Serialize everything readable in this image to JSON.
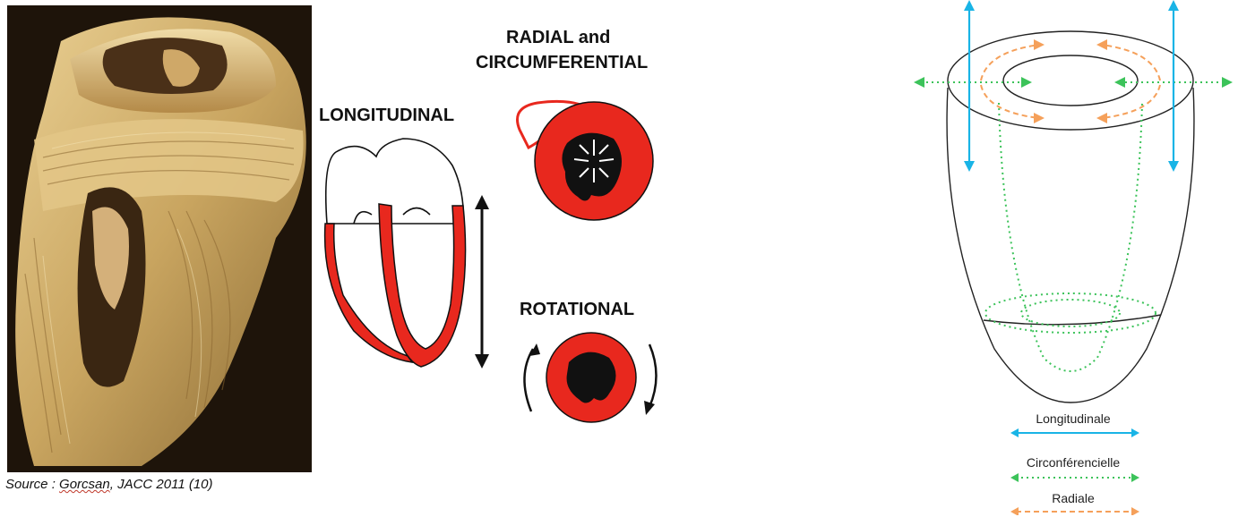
{
  "source": {
    "prefix": "Source : ",
    "author": "Gorcsan",
    "suffix": ", JACC 2011 (10)"
  },
  "labels": {
    "radial_line1": "RADIAL and",
    "radial_line2": "CIRCUMFERENTIAL",
    "longitudinal": "LONGITUDINAL",
    "rotational": "ROTATIONAL"
  },
  "legend": {
    "items": [
      {
        "label": "Longitudinale",
        "color": "#19b4e6",
        "style": "solid"
      },
      {
        "label": "Circonférencielle",
        "color": "#3cc35a",
        "style": "dotted"
      },
      {
        "label": "Radiale",
        "color": "#f5a05a",
        "style": "dashed"
      }
    ]
  },
  "colors": {
    "myocardium_red": "#e8281e",
    "photo_tissue": "#d8b878",
    "outline": "#111111"
  }
}
